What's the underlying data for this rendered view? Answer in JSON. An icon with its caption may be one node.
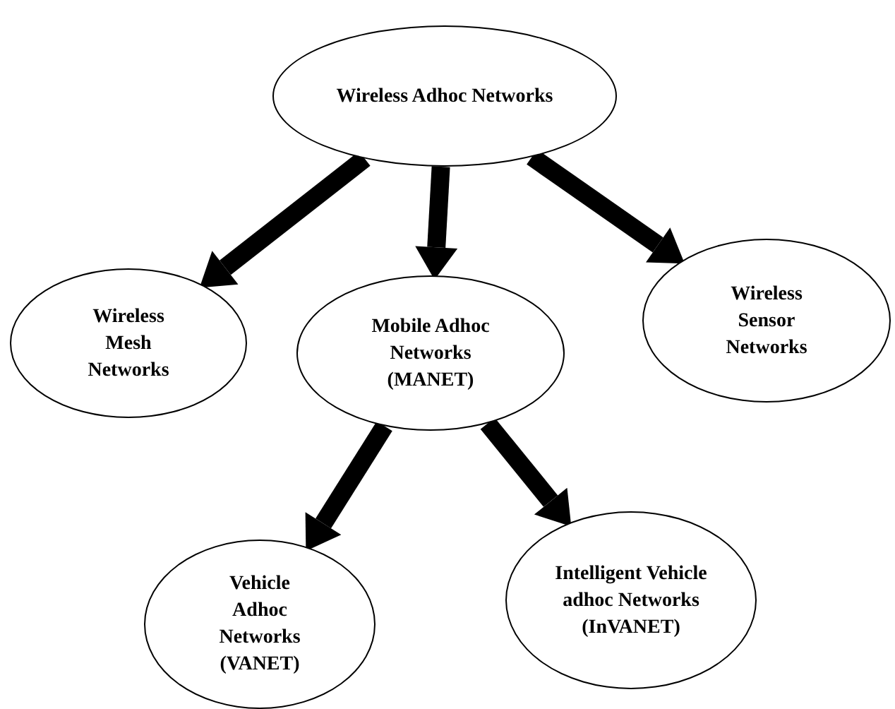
{
  "diagram": {
    "nodes": [
      {
        "text": [
          "Wireless Adhoc Networks"
        ]
      },
      {
        "text": [
          "Wireless Mesh Networks"
        ]
      },
      {
        "text": [
          "Mobile Adhoc Networks (MANET)"
        ]
      },
      {
        "text": [
          "Wireless Sensor Networks"
        ]
      },
      {
        "text": [
          "Vehicle Adhoc Networks (VANET)"
        ]
      },
      {
        "text": [
          "Intelligent Vehicle adhoc Networks (InVANET)"
        ]
      }
    ],
    "edges": [
      {
        "from": 0,
        "to": 1,
        "arrow": "to"
      },
      {
        "from": 0,
        "to": 2,
        "arrow": "to"
      },
      {
        "from": 0,
        "to": 3,
        "arrow": "to"
      },
      {
        "from": 2,
        "to": 4,
        "arrow": "to"
      },
      {
        "from": 2,
        "to": 5,
        "arrow": "to"
      }
    ]
  }
}
